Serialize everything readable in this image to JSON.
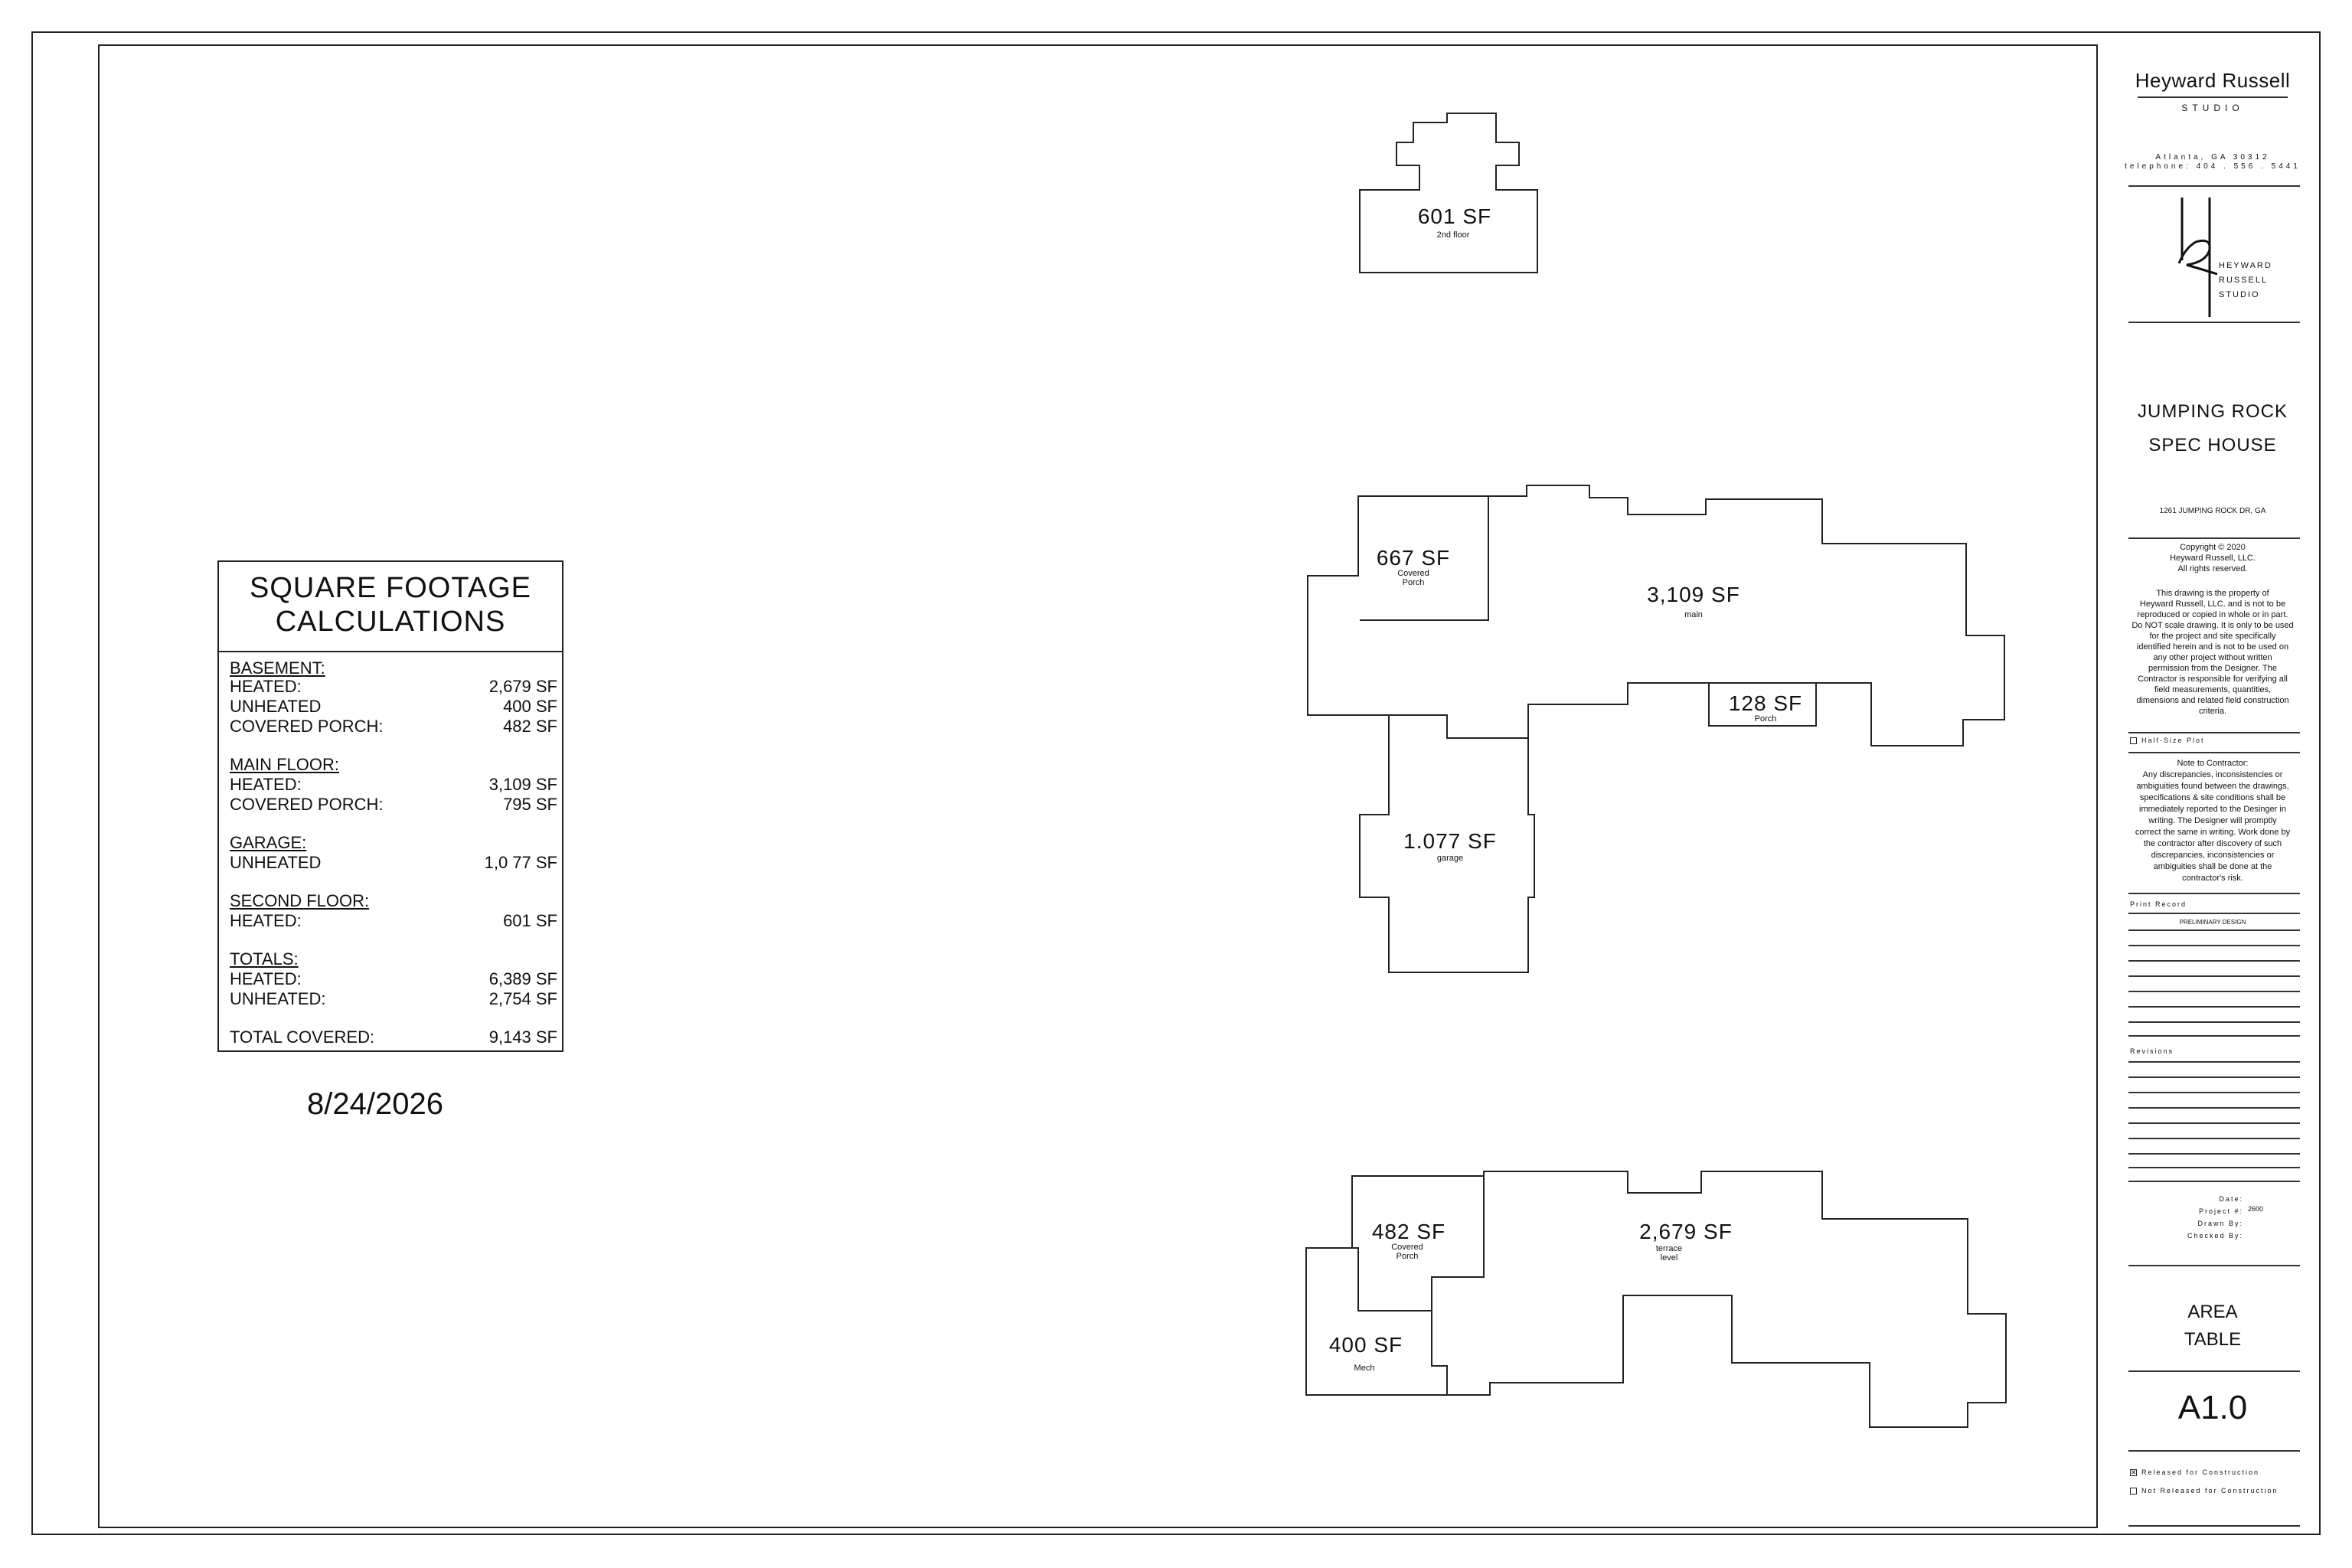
{
  "sf_table": {
    "title_line1": "SQUARE FOOTAGE",
    "title_line2": "CALCULATIONS",
    "basement_head": "BASEMENT:",
    "basement_heated_label": "HEATED:",
    "basement_heated_value": "2,679 SF",
    "basement_unheated_label": "UNHEATED",
    "basement_unheated_value": "400 SF",
    "basement_porch_label": "COVERED PORCH:",
    "basement_porch_value": "482 SF",
    "main_head": "MAIN FLOOR:",
    "main_heated_label": "HEATED:",
    "main_heated_value": "3,109 SF",
    "main_porch_label": "COVERED PORCH:",
    "main_porch_value": "795 SF",
    "garage_head": "GARAGE:",
    "garage_unheated_label": "UNHEATED",
    "garage_unheated_value": "1,0 77 SF",
    "second_head": "SECOND FLOOR:",
    "second_heated_label": "HEATED:",
    "second_heated_value": "601 SF",
    "totals_head": "TOTALS:",
    "totals_heated_label": "HEATED:",
    "totals_heated_value": "6,389 SF",
    "totals_unheated_label": "UNHEATED:",
    "totals_unheated_value": "2,754 SF",
    "total_covered_label": "TOTAL COVERED:",
    "total_covered_value": "9,143 SF"
  },
  "date": "8/24/2026",
  "plans": {
    "second_floor": {
      "area": "601 SF",
      "label": "2nd floor"
    },
    "main_porch": {
      "area": "667 SF",
      "label1": "Covered",
      "label2": "Porch"
    },
    "main": {
      "area": "3,109 SF",
      "label": "main"
    },
    "porch": {
      "area": "128 SF",
      "label": "Porch"
    },
    "garage": {
      "area": "1.077 SF",
      "label": "garage"
    },
    "basement_porch": {
      "area": "482 SF",
      "label1": "Covered",
      "label2": "Porch"
    },
    "terrace": {
      "area": "2,679 SF",
      "label1": "terrace",
      "label2": "level"
    },
    "mech": {
      "area": "400 SF",
      "label": "Mech"
    }
  },
  "title_block": {
    "firm": "Heyward Russell",
    "studio": "STUDIO",
    "address1": "Atlanta, GA 30312",
    "address2": "telephone: 404 . 556 . 5441",
    "logo_text1": "HEYWARD",
    "logo_text2": "RUSSELL",
    "logo_text3": "STUDIO",
    "project1": "JUMPING ROCK",
    "project2": "SPEC HOUSE",
    "project_address": "1261 JUMPING ROCK DR, GA",
    "copyright1": "Copyright © 2020",
    "copyright2": "Heyward Russell, LLC.",
    "copyright3": "All rights reserved.",
    "note1": "This drawing is the property of",
    "note2": "Heyward Russell, LLC. and is not to be",
    "note3": "reproduced or copied in whole or in part.",
    "note4": "Do NOT scale drawing. It is only to be used",
    "note5": "for the project and site specifically",
    "note6": "identified herein and is not to be used on",
    "note7": "any other project without written",
    "note8": "permission from the Designer. The",
    "note9": "Contractor is responsible for verifying all",
    "note10": "field measurements, quantities,",
    "note11": "dimensions and related field construction",
    "note12": "criteria.",
    "half_size": "Half-Size Plot",
    "contractor_head": "Note to Contractor:",
    "c1": "Any discrepancies, inconsistencies or",
    "c2": "ambiguities found between the drawings,",
    "c3": "specifications & site conditions shall be",
    "c4": "immediately reported to the Desinger in",
    "c5": "writing. The Designer will promptly",
    "c6": "correct the same in writing. Work done by",
    "c7": "the contractor after discovery of such",
    "c8": "discrepancies, inconsistencies or",
    "c9": "ambiguities shall be done at the",
    "c10": "contractor's risk.",
    "print_record": "Print Record",
    "prelim": "PRELIMINARY DESIGN",
    "revisions": "Revisions",
    "date_label": "Date:",
    "project_no_label": "Project #:",
    "project_no": "2600",
    "drawn_label": "Drawn By:",
    "checked_label": "Checked By:",
    "sheet_title1": "AREA",
    "sheet_title2": "TABLE",
    "sheet_no": "A1.0",
    "released": "Released for Construction",
    "not_released": "Not Released for Construction"
  }
}
